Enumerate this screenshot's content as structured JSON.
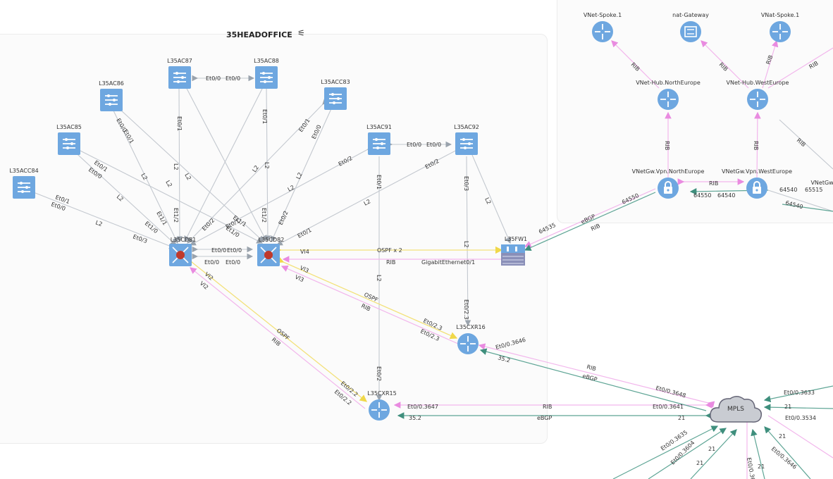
{
  "group": {
    "title": "35HEADOFFICE",
    "filter_icon": "filter-icon"
  },
  "colors": {
    "node_blue": "#6ea7e0",
    "node_red": "#c0392b",
    "cloud": "#c9ccd2",
    "yellow": "#f5e26a",
    "pink": "#f0a7e8",
    "green": "#4a9c8a",
    "gray": "#9aa3ad"
  },
  "nodes": {
    "L35AC87": "L35AC87",
    "L35AC88": "L35AC88",
    "L35AC86": "L35AC86",
    "L35ACC83": "L35ACC83",
    "L35AC85": "L35AC85",
    "L35ACC84": "L35ACC84",
    "L35AC91": "L35AC91",
    "L35AC92": "L35AC92",
    "L35CD81": "L35CD81",
    "L35CD82": "L35CD82",
    "L35FW1": "L35FW1",
    "L35CXR16": "L35CXR16",
    "L35CXR15": "L35CXR15",
    "MPLS": "MPLS",
    "VNetSpoke1": "VNet-Spoke.1",
    "natGateway": "nat-Gateway",
    "VNatSpoke1": "VNat-Spoke.1",
    "HubNE": "VNet-Hub.NorthEurope",
    "HubWE": "VNet-Hub.WestEurope",
    "VpnNE": "VNetGw.Vpn.NorthEurope",
    "VpnWE": "VNetGw.Vpn.WestEurope",
    "VpnE3": "VNetGw.E"
  },
  "labels": {
    "et00": "Et0/0",
    "et01": "Et0/1",
    "et02": "Et0/2",
    "et03": "Et0/3",
    "et11": "Et1/1",
    "et10": "Et1/0",
    "et12": "Et1/2",
    "l2": "L2",
    "vl4": "Vl4",
    "vl3": "Vl3",
    "vl2": "Vl2",
    "ospf": "OSPF",
    "ospfx2": "OSPF x 2",
    "rib": "RIB",
    "ebgp": "eBGP",
    "gig": "GigabitEthernet0/1",
    "et023": "Et0/2.3",
    "et022": "Et0/2.2",
    "e3646": "Et0/0.3646",
    "e3648": "Et0/0.3648",
    "e3647": "Et0/0.3647",
    "e3641": "Et0/0.3641",
    "e3633": "Et0/0.3633",
    "e3534": "Et0/0.3534",
    "e3635": "Et0/0.3635",
    "e3604": "Et0/0.3604",
    "e3647b": "Et0/0.3647",
    "n352": "35.2",
    "n21": "21",
    "a64535": "64535",
    "a64550": "64550",
    "a64540": "64540",
    "a65515": "65515"
  }
}
